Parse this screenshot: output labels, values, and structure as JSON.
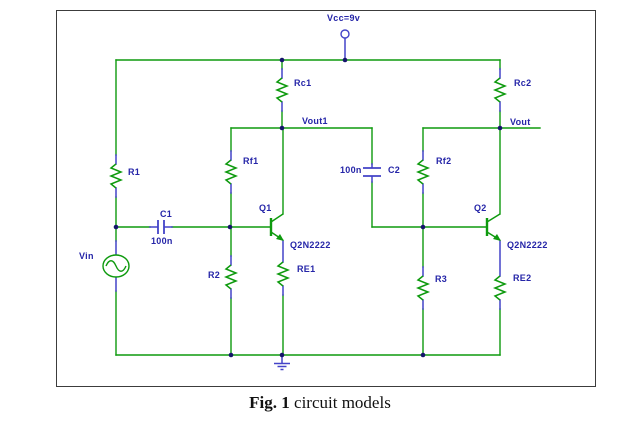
{
  "colors": {
    "wire_green": "#0e9a0e",
    "pin_blue": "#4343c8",
    "label_navy": "#2525a8",
    "dot_navy": "#15156b",
    "border_gray": "#3c3c3c",
    "background": "#ffffff"
  },
  "schematic": {
    "power_label": "Vcc=9v",
    "source_label": "Vin",
    "net_labels": {
      "vout1": "Vout1",
      "vout": "Vout"
    },
    "components": {
      "r1": "R1",
      "r2": "R2",
      "r3": "R3",
      "rc1": "Rc1",
      "rc2": "Rc2",
      "rf1": "Rf1",
      "rf2": "Rf2",
      "re1": "RE1",
      "re2": "RE2",
      "c1": "C1",
      "c1_value": "100n",
      "c2": "C2",
      "c2_value": "100n",
      "q1": "Q1",
      "q1_model": "Q2N2222",
      "q2": "Q2",
      "q2_model": "Q2N2222"
    }
  },
  "caption": {
    "figure_number": "Fig. 1",
    "text": " circuit models"
  }
}
